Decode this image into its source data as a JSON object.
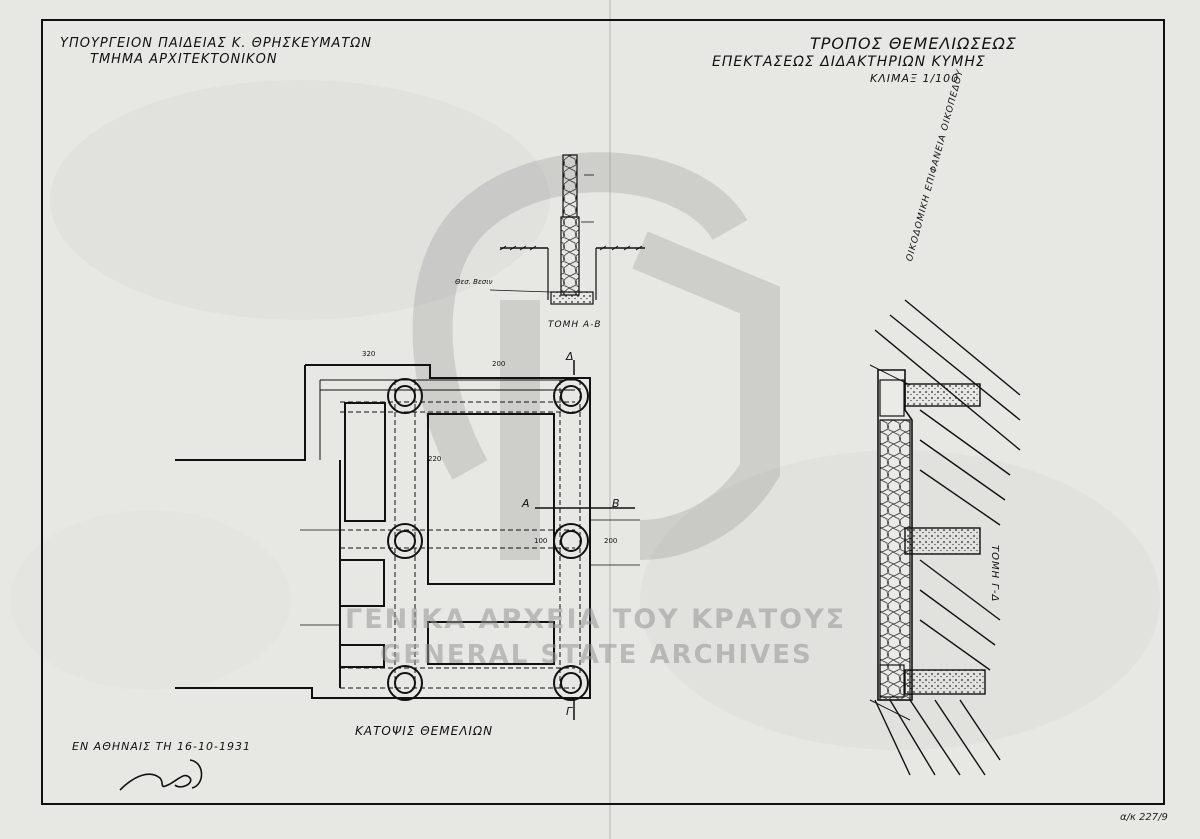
{
  "header_left": {
    "line1": "ΥΠΟΥΡΓΕΙΟΝ ΠΑΙΔΕΙΑΣ Κ. ΘΡΗΣΚΕΥΜΑΤΩΝ",
    "line2": "ΤΜΗΜΑ ΑΡΧΙΤΕΚΤΟΝΙΚΟΝ"
  },
  "header_right": {
    "title": "ΤΡΟΠΟΣ ΘΕΜΕΛΙΩΣΕΩΣ",
    "subtitle": "ΕΠΕΚΤΑΣΕΩΣ ΔΙΔΑΚΤΗΡΙΩΝ ΚΥΜΗΣ",
    "scale": "ΚΛΙΜΑΞ 1/100"
  },
  "section_ab": {
    "caption": "ΤΟΜΗ Α-Β",
    "label": "Θεσ. Βεσιν"
  },
  "plan": {
    "caption": "ΚΑΤΟΨΙΣ ΘΕΜΕΛΙΩΝ",
    "marker_a": "Α",
    "marker_b": "Β",
    "marker_g": "Γ",
    "marker_d": "Δ",
    "dims": [
      "320",
      "200",
      "220",
      "100",
      "200"
    ]
  },
  "section_gd": {
    "caption": "ΤΟΜΗ Γ-Δ",
    "label": "ΟΙΚΟΔΟΜΙΚΗ ΕΠΙΦΑΝΕΙΑ ΟΙΚΟΠΕΔΟΥ"
  },
  "footer": {
    "place_date": "ΕΝ ΑΘΗΝΑΙΣ ΤΗ 16-10-1931"
  },
  "watermark": {
    "line1": "ΓΕΝΙΚΑ ΑΡΧΕΙΑ ΤΟΥ ΚΡΑΤΟΥΣ",
    "line2": "GENERAL STATE ARCHIVES"
  },
  "reference": "α/κ 227/9"
}
